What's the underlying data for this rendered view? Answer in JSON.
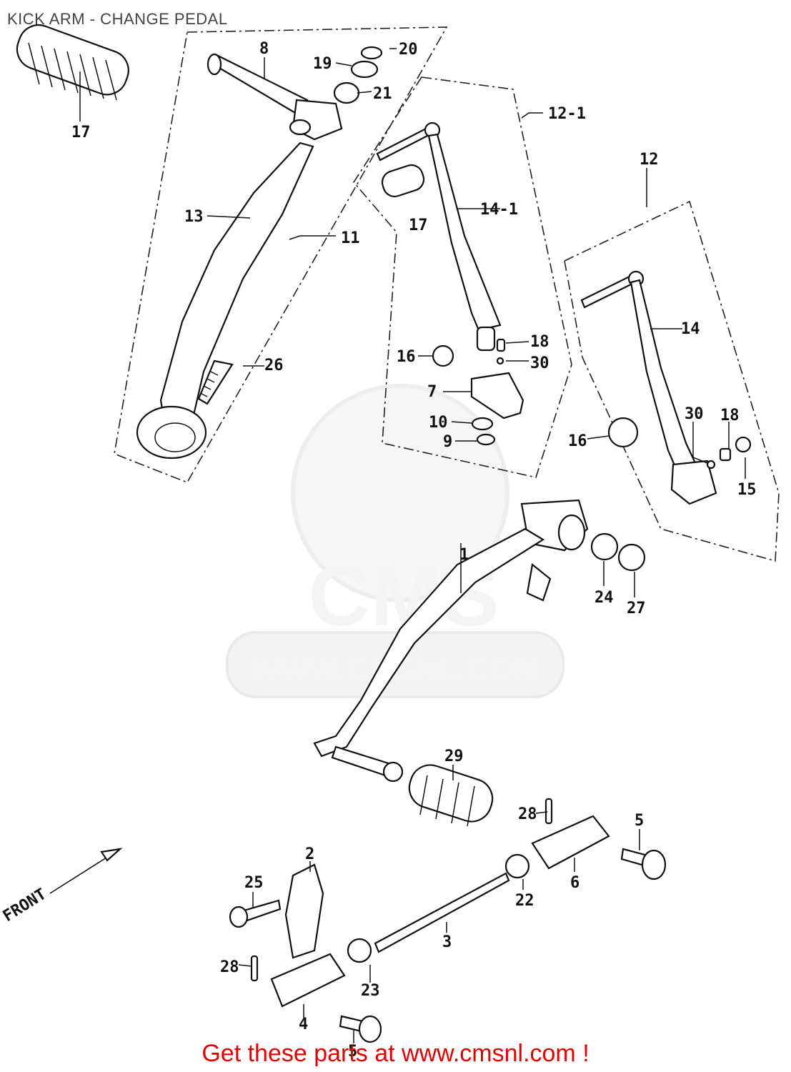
{
  "title": "KICK ARM - CHANGE PEDAL",
  "watermark": {
    "logo_text": "CMS",
    "url": "WWW.CMSNL.COM"
  },
  "direction_label": "FRONT",
  "footer": "Get these parts at www.cmsnl.com !",
  "callouts": [
    "1",
    "2",
    "3",
    "4",
    "5",
    "5",
    "6",
    "7",
    "8",
    "9",
    "10",
    "11",
    "12",
    "12-1",
    "13",
    "14",
    "14-1",
    "15",
    "16",
    "16",
    "17",
    "17",
    "18",
    "18",
    "19",
    "20",
    "21",
    "22",
    "23",
    "24",
    "25",
    "26",
    "27",
    "28",
    "28",
    "29",
    "30",
    "30"
  ],
  "colors": {
    "title": "#444444",
    "footer": "#e00000",
    "line_art": "#111111",
    "watermark": "#f4f4f4"
  }
}
